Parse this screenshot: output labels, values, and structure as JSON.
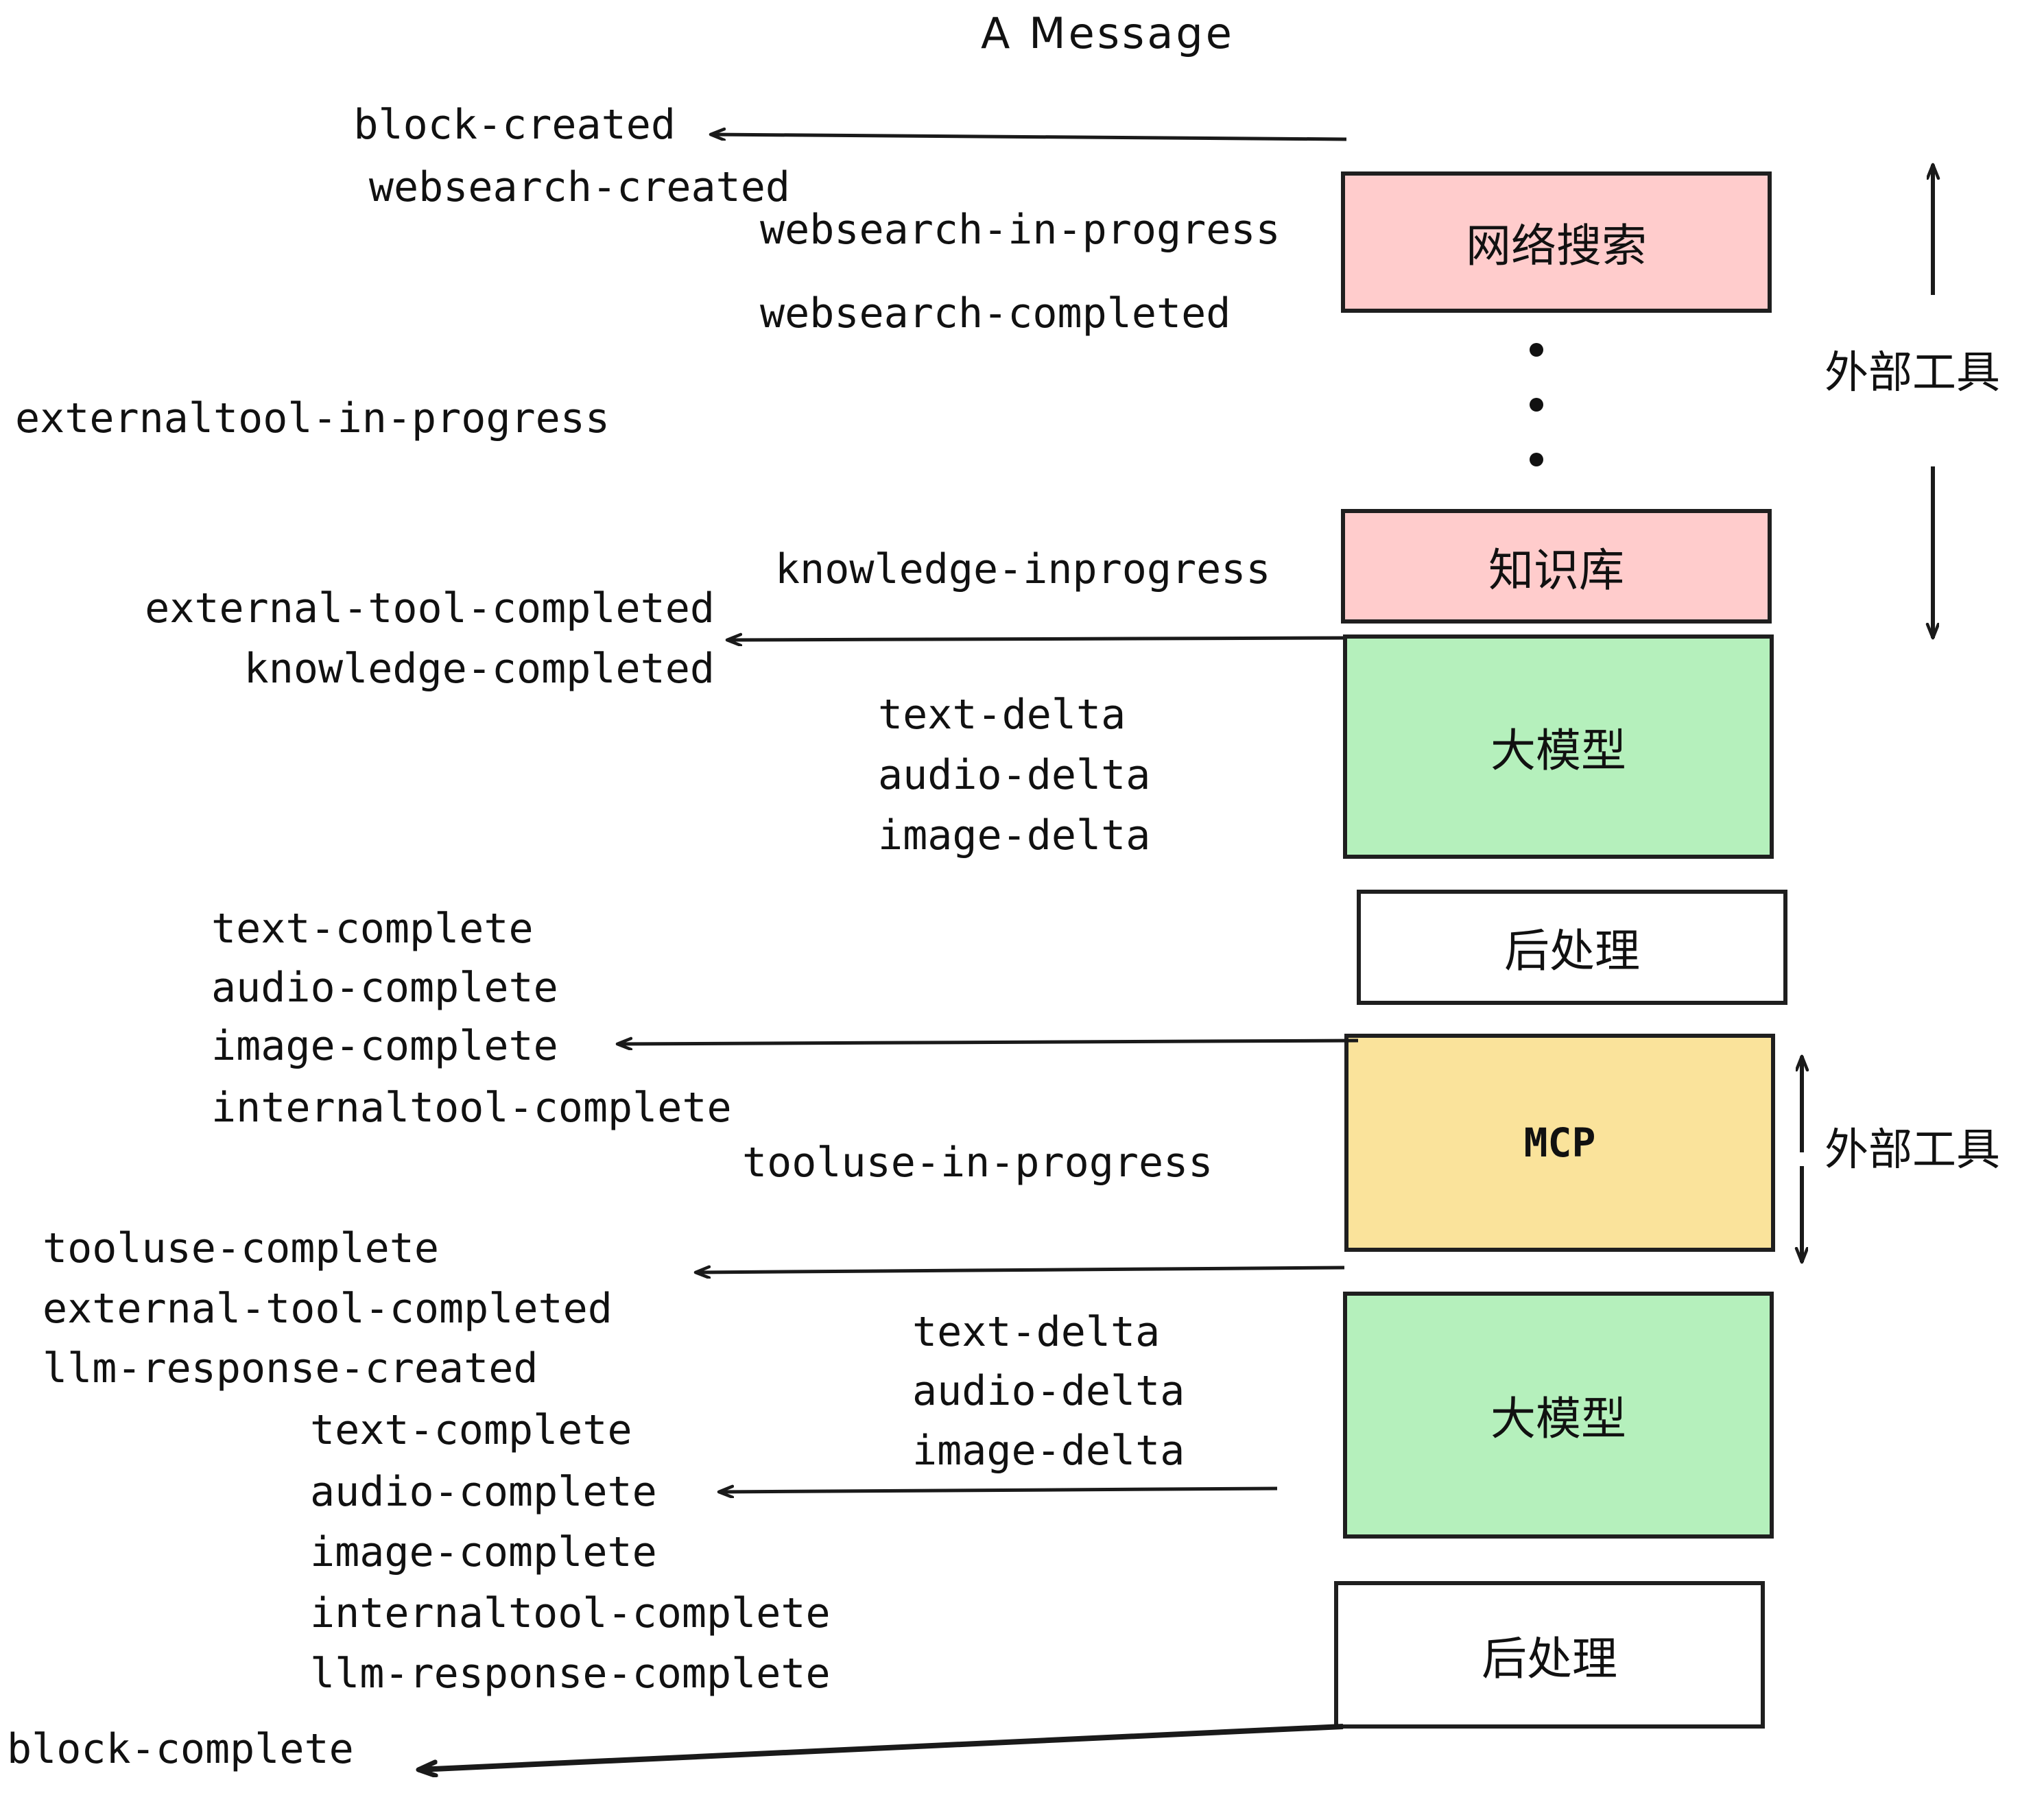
{
  "title": "A Message",
  "colors": {
    "pink": "#ffcccc",
    "green": "#b5f0bc",
    "yellow": "#fae39b",
    "white": "#ffffff",
    "stroke": "#1f1f1f"
  },
  "boxes": [
    {
      "key": "websearch",
      "label": "网络搜索",
      "fill": "#ffcccc"
    },
    {
      "key": "knowledge",
      "label": "知识库",
      "fill": "#ffcccc"
    },
    {
      "key": "llm-1",
      "label": "大模型",
      "fill": "#b5f0bc"
    },
    {
      "key": "postprocess-1",
      "label": "后处理",
      "fill": "#ffffff"
    },
    {
      "key": "mcp",
      "label": "MCP",
      "fill": "#fae39b"
    },
    {
      "key": "llm-2",
      "label": "大模型",
      "fill": "#b5f0bc"
    },
    {
      "key": "postprocess-2",
      "label": "后处理",
      "fill": "#ffffff"
    }
  ],
  "side_labels": {
    "external_tools_top": "外部工具",
    "external_tools_bottom": "外部工具"
  },
  "events": {
    "block_created": "block-created",
    "websearch_created": "websearch-created",
    "websearch_in_progress": "websearch-in-progress",
    "websearch_completed": "websearch-completed",
    "externaltool_in_progress": "externaltool-in-progress",
    "knowledge_inprogress": "knowledge-inprogress",
    "external_tool_completed_1": "external-tool-completed",
    "knowledge_completed": "knowledge-completed",
    "text_delta_1": "text-delta",
    "audio_delta_1": "audio-delta",
    "image_delta_1": "image-delta",
    "text_complete_1": "text-complete",
    "audio_complete_1": "audio-complete",
    "image_complete_1": "image-complete",
    "internaltool_complete_1": "internaltool-complete",
    "tooluse_in_progress": "tooluse-in-progress",
    "tooluse_complete": "tooluse-complete",
    "external_tool_completed_2": "external-tool-completed",
    "llm_response_created": "llm-response-created",
    "text_delta_2": "text-delta",
    "audio_delta_2": "audio-delta",
    "image_delta_2": "image-delta",
    "text_complete_2": "text-complete",
    "audio_complete_2": "audio-complete",
    "image_complete_2": "image-complete",
    "internaltool_complete_2": "internaltool-complete",
    "llm_response_complete": "llm-response-complete",
    "block_complete": "block-complete"
  }
}
